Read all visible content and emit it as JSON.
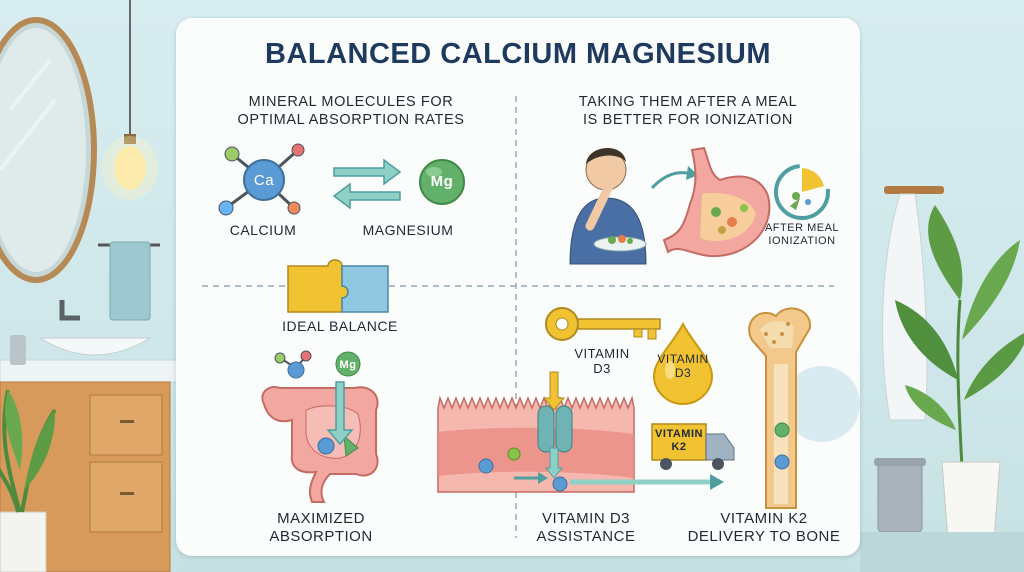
{
  "title": "BALANCED CALCIUM MAGNESIUM",
  "panels": {
    "molecules": {
      "heading_line1": "MINERAL MOLECULES FOR",
      "heading_line2": "OPTIMAL ABSORPTION RATES",
      "calcium_symbol": "Ca",
      "magnesium_symbol": "Mg",
      "calcium_label": "CALCIUM",
      "magnesium_label": "MAGNESIUM"
    },
    "meal": {
      "heading_line1": "TAKING THEM AFTER A MEAL",
      "heading_line2": "IS BETTER FOR IONIZATION",
      "caption_line1": "AFTER MEAL",
      "caption_line2": "IONIZATION"
    },
    "balance": {
      "label": "IDEAL BALANCE"
    },
    "absorption": {
      "mg_symbol": "Mg",
      "label_line1": "MAXIMIZED",
      "label_line2": "ABSORPTION"
    },
    "vitamin_d3": {
      "key_label_line1": "VITAMIN",
      "key_label_line2": "D3",
      "drop_line1": "VITAMIN",
      "drop_line2": "D3",
      "label_line1": "VITAMIN D3",
      "label_line2": "ASSISTANCE"
    },
    "vitamin_k2": {
      "truck_line1": "VITAMIN",
      "truck_line2": "K2",
      "label_line1": "VITAMIN K2",
      "label_line2": "DELIVERY TO BONE"
    }
  },
  "colors": {
    "title": "#1e3a5f",
    "calcium": "#5b9bd5",
    "magnesium": "#63b06a",
    "arrow": "#4f9ea0",
    "tissue": "#e9a29a",
    "bone": "#f2c98a",
    "vitamin": "#f1c232"
  }
}
